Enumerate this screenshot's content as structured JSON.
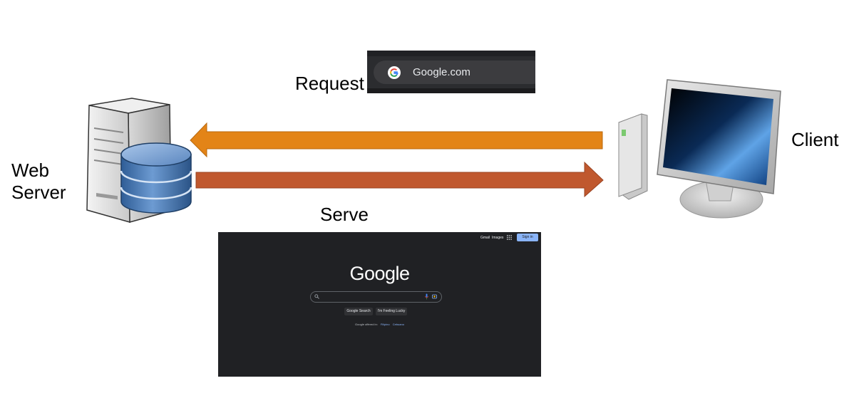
{
  "labels": {
    "web_server_line1": "Web",
    "web_server_line2": "Server",
    "request": "Request",
    "serve": "Serve",
    "client": "Client"
  },
  "address_bar": {
    "url": "Google.com",
    "icon": "google-g-icon"
  },
  "google_page": {
    "top_links": [
      "Gmail",
      "Images"
    ],
    "sign_in": "Sign in",
    "logo": "Google",
    "buttons": [
      "Google Search",
      "I'm Feeling Lucky"
    ],
    "offered_in": "Google offered in:",
    "languages": [
      "Filipino",
      "Cebuano"
    ]
  },
  "icons": {
    "server": "web-server-icon",
    "database": "database-icon",
    "client": "desktop-computer-icon",
    "apps": "apps-grid-icon",
    "search": "search-icon",
    "mic": "microphone-icon",
    "camera": "camera-icon"
  },
  "colors": {
    "request_arrow": "#E38417",
    "serve_arrow": "#C0582E",
    "database": "#4F81BD"
  }
}
